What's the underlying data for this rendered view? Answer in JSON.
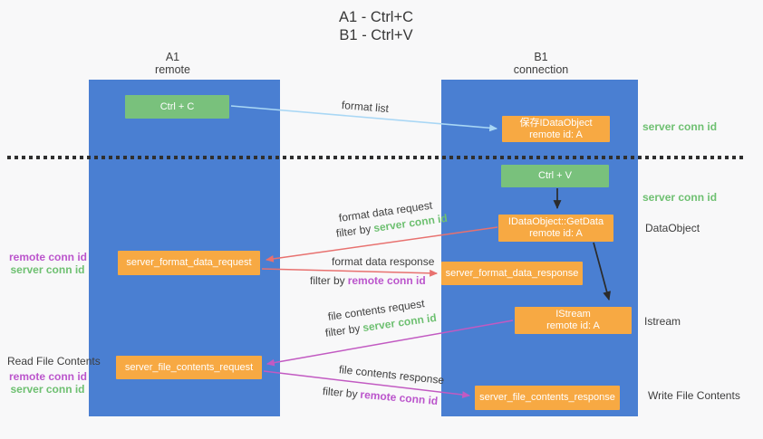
{
  "title": {
    "line1": "A1 - Ctrl+C",
    "line2": "B1 - Ctrl+V"
  },
  "lanes": {
    "left": {
      "title": "A1",
      "subtitle": "remote"
    },
    "right": {
      "title": "B1",
      "subtitle": "connection"
    }
  },
  "nodes": {
    "ctrl_c": {
      "label": "Ctrl + C"
    },
    "ctrl_v": {
      "label": "Ctrl + V"
    },
    "save_idataobject": {
      "line1": "保存IDataObject",
      "line2": "remote id: A"
    },
    "idataobject_getdata": {
      "line1": "IDataObject::GetData",
      "line2": "remote id: A"
    },
    "istream": {
      "line1": "IStream",
      "line2": "remote id: A"
    },
    "server_format_data_request": {
      "label": "server_format_data_request"
    },
    "server_format_data_response": {
      "label": "server_format_data_response"
    },
    "server_file_contents_request": {
      "label": "server_file_contents_request"
    },
    "server_file_contents_response": {
      "label": "server_file_contents_response"
    }
  },
  "edge_labels": {
    "format_list": "format list",
    "format_data_request": "format data request",
    "format_data_response": "format data response",
    "file_contents_request": "file contents request",
    "file_contents_response": "file contents response",
    "filter_by": "filter by",
    "server_conn_id": "server conn id",
    "remote_conn_id": "remote conn id"
  },
  "side_labels": {
    "server_conn_id_top": "server conn id",
    "server_conn_id_mid": "server conn id",
    "dataobject": "DataObject",
    "istream": "Istream",
    "read_file_contents": "Read File Contents",
    "write_file_contents": "Write File Contents",
    "remote_conn_id": "remote conn id",
    "server_conn_id": "server conn id"
  },
  "colors": {
    "lane_blue": "#4a7fd2",
    "box_orange": "#f7a943",
    "box_green": "#79c17c",
    "arrow_blue": "#a9d7f5",
    "arrow_red": "#e8716f",
    "arrow_magenta": "#c25ac2",
    "arrow_black": "#2b2b2b",
    "text_green": "#6ec071",
    "text_purple": "#bb55cc"
  }
}
